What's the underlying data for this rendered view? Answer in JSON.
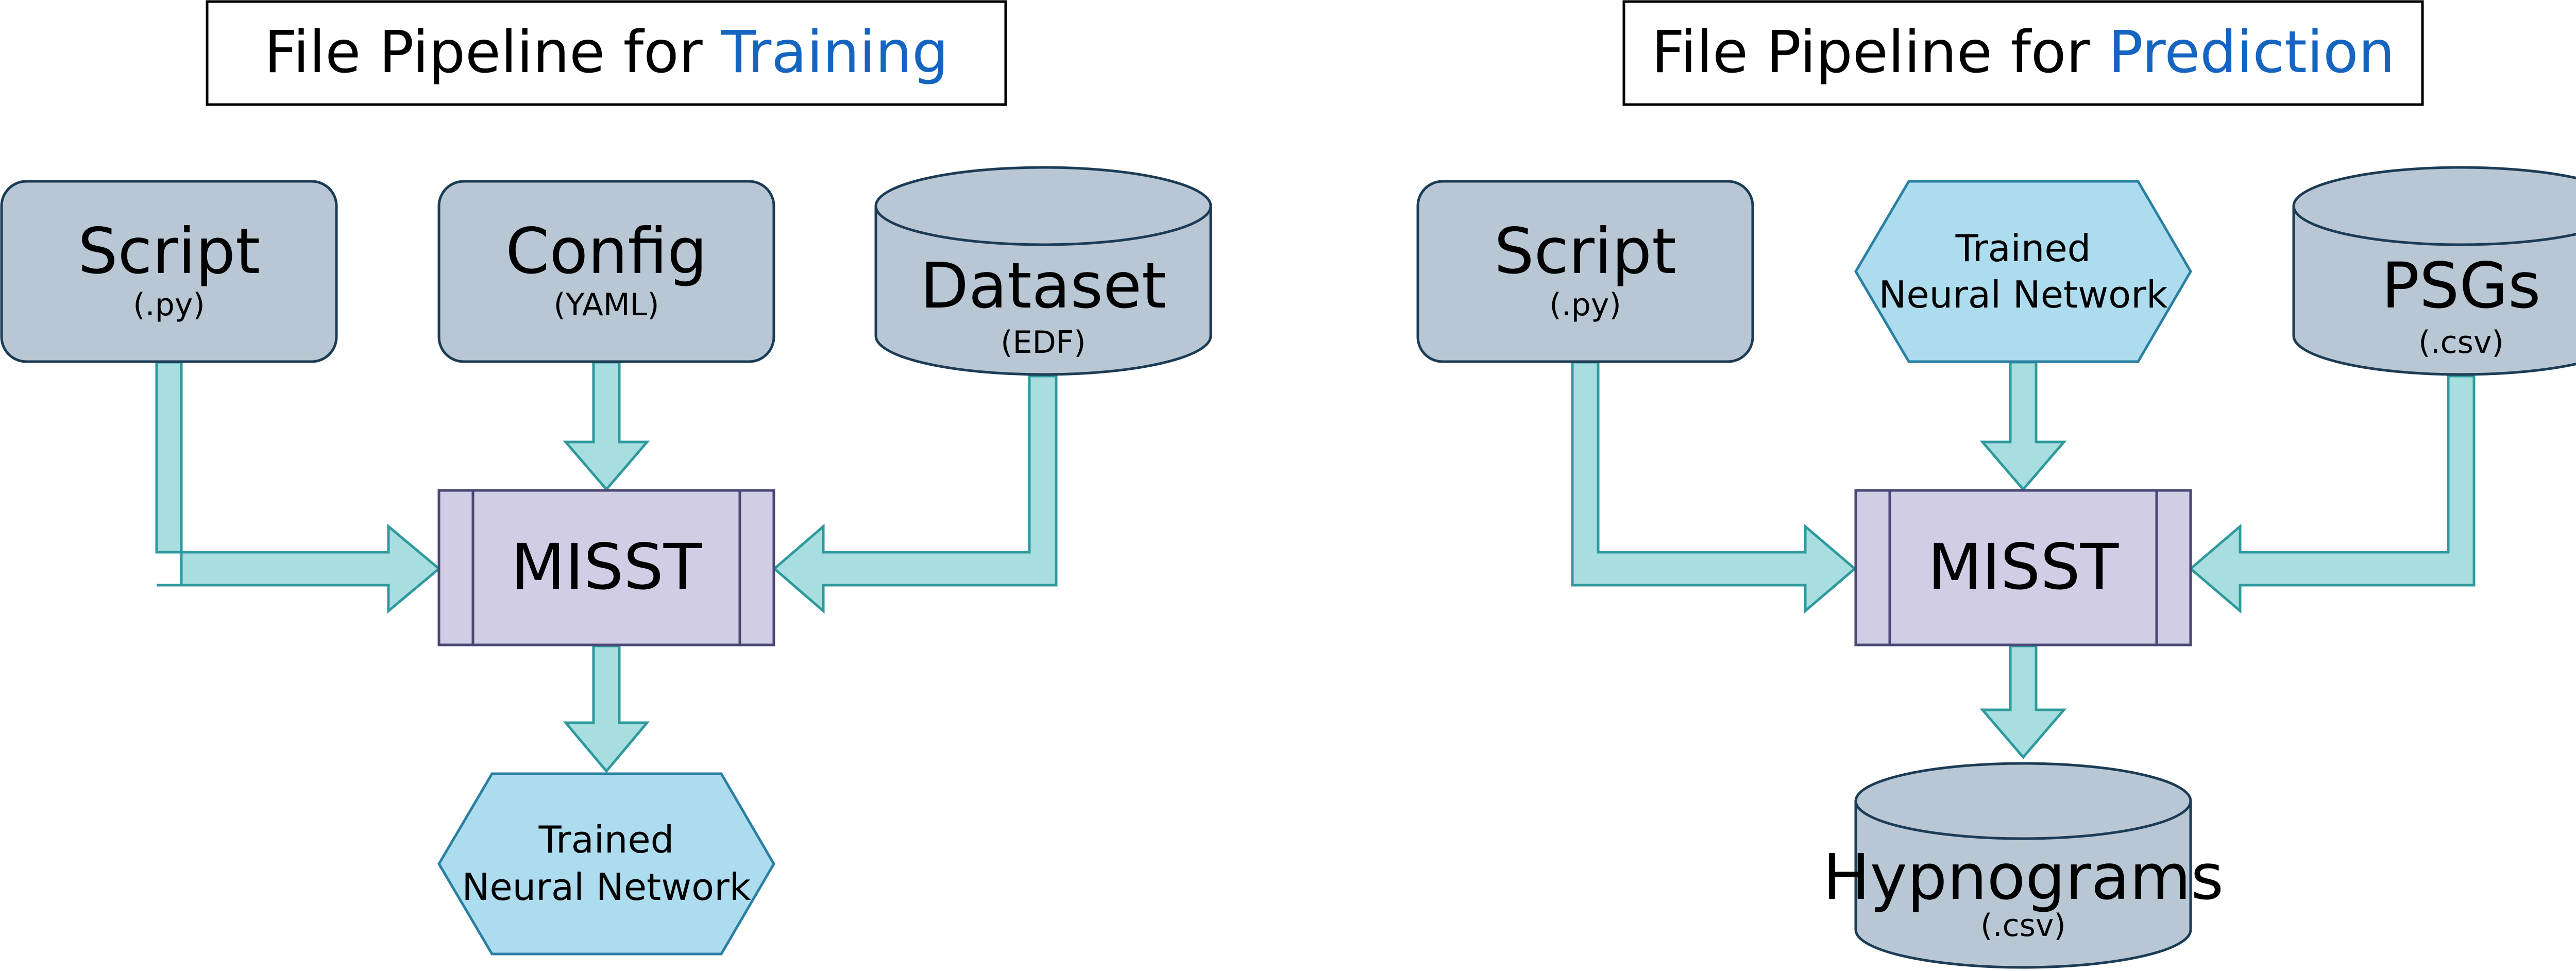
{
  "training": {
    "title_prefix": "File Pipeline for ",
    "title_accent": "Training",
    "script": {
      "label": "Script",
      "sub": "(.py)"
    },
    "config": {
      "label": "Config",
      "sub": "(YAML)"
    },
    "dataset": {
      "label": "Dataset",
      "sub": "(EDF)"
    },
    "process": {
      "label": "MISST"
    },
    "output": {
      "line1": "Trained",
      "line2": "Neural Network"
    }
  },
  "prediction": {
    "title_prefix": "File Pipeline for ",
    "title_accent": "Prediction",
    "script": {
      "label": "Script",
      "sub": "(.py)"
    },
    "model": {
      "line1": "Trained",
      "line2": "Neural Network"
    },
    "psgs": {
      "label": "PSGs",
      "sub": "(.csv)"
    },
    "process": {
      "label": "MISST"
    },
    "output": {
      "label": "Hypnograms",
      "sub": "(.csv)"
    }
  },
  "colors": {
    "accent": "#1565c0",
    "file_box": "#b8c7d3",
    "process": "#d0cde4",
    "network": "#aedcef",
    "arrow": "#a9dee0"
  }
}
